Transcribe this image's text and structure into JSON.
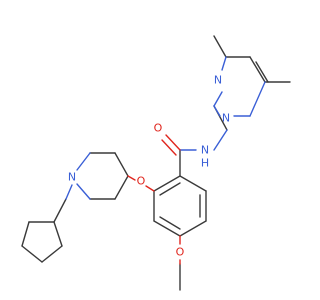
{
  "molecule": {
    "atoms": {
      "amide_n": "N",
      "amide_h": "H",
      "carbonyl_o": "O",
      "ether_o": "O",
      "methoxy_o": "O",
      "pip_n": "N",
      "pyr_n1": "N",
      "pyr_n3": "N"
    },
    "colors": {
      "carbon": "#3a3a3a",
      "nitrogen": "#3a5fd6",
      "oxygen": "#e0261e"
    }
  }
}
